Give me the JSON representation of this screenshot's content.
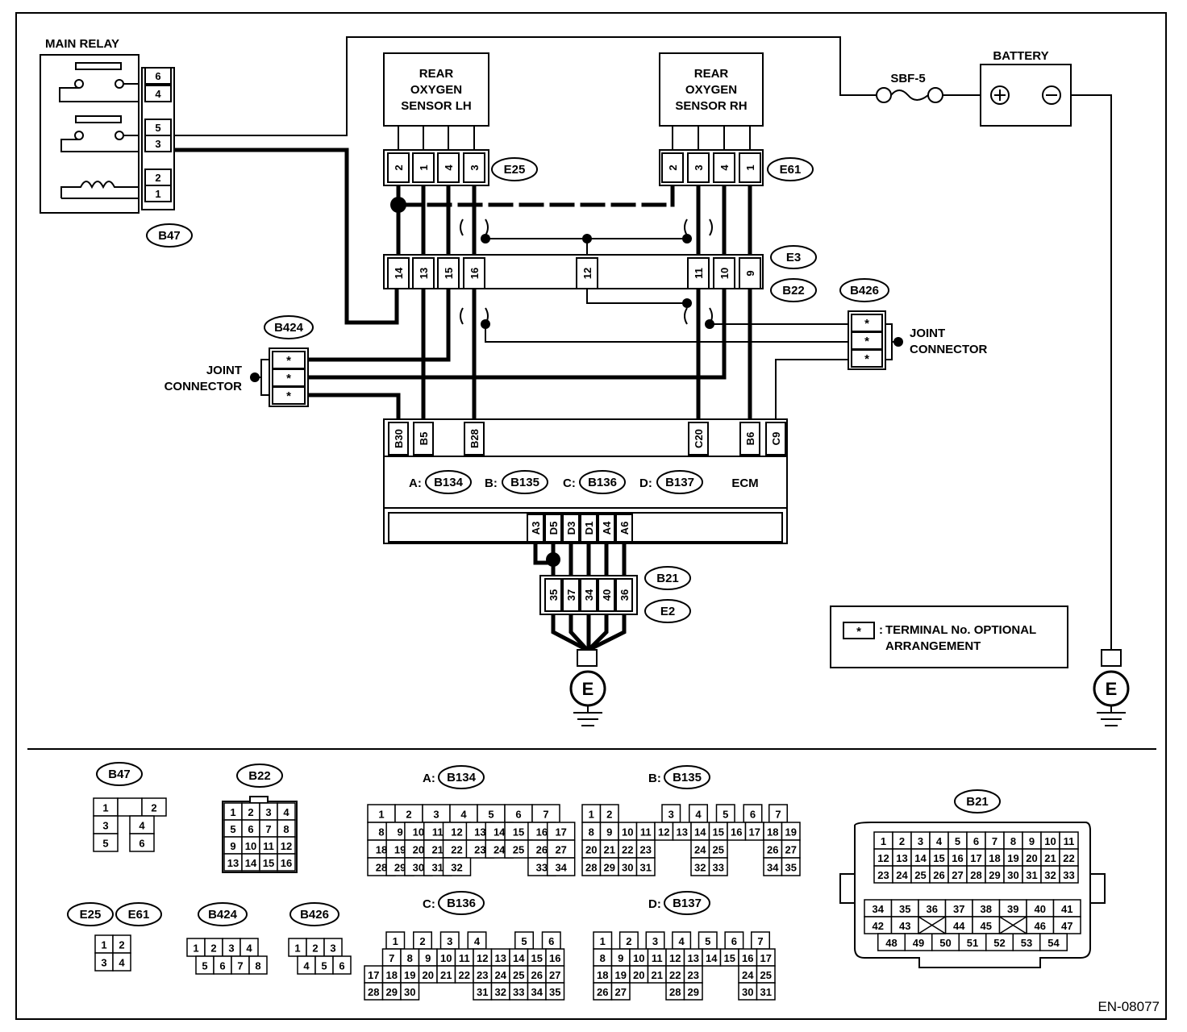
{
  "labels": {
    "main_relay": "MAIN RELAY",
    "battery": "BATTERY",
    "fuse": "SBF-5",
    "sensor_lh": [
      "REAR",
      "OXYGEN",
      "SENSOR LH"
    ],
    "sensor_rh": [
      "REAR",
      "OXYGEN",
      "SENSOR RH"
    ],
    "joint_connector": [
      "JOINT",
      "CONNECTOR"
    ],
    "ecm": "ECM",
    "ground": "E",
    "legend": [
      "TERMINAL No. OPTIONAL",
      "ARRANGEMENT"
    ],
    "legend_symbol": "*",
    "legend_colon": ":",
    "code": "EN-08077",
    "star": "*",
    "cross_star": "*"
  },
  "badges": {
    "b47": "B47",
    "e25": "E25",
    "e61": "E61",
    "e3": "E3",
    "b22": "B22",
    "b424": "B424",
    "b426": "B426",
    "b21": "B21",
    "e2": "E2",
    "b134": "B134",
    "b135": "B135",
    "b136": "B136",
    "b137": "B137"
  },
  "ecm_prefixes": {
    "a": "A:",
    "b": "B:",
    "c": "C:",
    "d": "D:"
  },
  "pins": {
    "relay": [
      "6",
      "4",
      "5",
      "3",
      "2",
      "1"
    ],
    "e25": [
      "2",
      "1",
      "4",
      "3"
    ],
    "e61": [
      "2",
      "3",
      "4",
      "1"
    ],
    "e3": [
      "14",
      "13",
      "15",
      "16",
      "12",
      "11",
      "10",
      "9"
    ],
    "ecm_top": [
      "B30",
      "B5",
      "B28",
      "C20",
      "B6",
      "C9"
    ],
    "ecm_bottom": [
      "A3",
      "D5",
      "D3",
      "D1",
      "A4",
      "A6"
    ],
    "b21": [
      "35",
      "37",
      "34",
      "40",
      "36"
    ]
  },
  "faces": {
    "b47": [
      [
        "1",
        "",
        "2"
      ],
      [
        "3",
        "4"
      ],
      [
        "5",
        "6"
      ]
    ],
    "b22": [
      [
        "1",
        "2",
        "3",
        "4"
      ],
      [
        "5",
        "6",
        "7",
        "8"
      ],
      [
        "9",
        "10",
        "11",
        "12"
      ],
      [
        "13",
        "14",
        "15",
        "16"
      ]
    ],
    "e25e61": [
      [
        "1",
        "2"
      ],
      [
        "3",
        "4"
      ]
    ],
    "b424": [
      [
        "1",
        "2",
        "3",
        "4"
      ],
      [
        "5",
        "6",
        "7",
        "8"
      ]
    ],
    "b426": [
      [
        "1",
        "2",
        "3"
      ],
      [
        "4",
        "5",
        "6"
      ]
    ],
    "b134": [
      [
        "1",
        "2",
        "3",
        "4",
        "5",
        "6",
        "7"
      ],
      [
        "8",
        "9",
        "10",
        "11",
        "12",
        "13",
        "14",
        "15",
        "16",
        "17"
      ],
      [
        "18",
        "19",
        "20",
        "21",
        "22",
        "23",
        "24",
        "25",
        "26",
        "27"
      ],
      [
        "28",
        "29",
        "30",
        "31",
        "32",
        "33",
        "34"
      ]
    ],
    "b135": [
      [
        "1",
        "2",
        "3",
        "4",
        "5",
        "6",
        "7"
      ],
      [
        "8",
        "9",
        "10",
        "11",
        "12",
        "13",
        "14",
        "15",
        "16",
        "17",
        "18",
        "19"
      ],
      [
        "20",
        "21",
        "22",
        "23",
        "24",
        "25",
        "26",
        "27"
      ],
      [
        "28",
        "29",
        "30",
        "31",
        "32",
        "33",
        "34",
        "35"
      ]
    ],
    "b136": [
      [
        "1",
        "2",
        "3",
        "4",
        "5",
        "6"
      ],
      [
        "7",
        "8",
        "9",
        "10",
        "11",
        "12",
        "13",
        "14",
        "15",
        "16"
      ],
      [
        "17",
        "18",
        "19",
        "20",
        "21",
        "22",
        "23",
        "24",
        "25",
        "26",
        "27"
      ],
      [
        "28",
        "29",
        "30",
        "31",
        "32",
        "33",
        "34",
        "35"
      ]
    ],
    "b137": [
      [
        "1",
        "2",
        "3",
        "4",
        "5",
        "6",
        "7"
      ],
      [
        "8",
        "9",
        "10",
        "11",
        "12",
        "13",
        "14",
        "15",
        "16",
        "17"
      ],
      [
        "18",
        "19",
        "20",
        "21",
        "22",
        "23",
        "24",
        "25"
      ],
      [
        "26",
        "27",
        "28",
        "29",
        "30",
        "31"
      ]
    ],
    "b21": [
      [
        "1",
        "2",
        "3",
        "4",
        "5",
        "6",
        "7",
        "8",
        "9",
        "10",
        "11"
      ],
      [
        "12",
        "13",
        "14",
        "15",
        "16",
        "17",
        "18",
        "19",
        "20",
        "21",
        "22"
      ],
      [
        "23",
        "24",
        "25",
        "26",
        "27",
        "28",
        "29",
        "30",
        "31",
        "32",
        "33"
      ],
      [
        "34",
        "35",
        "36",
        "37",
        "38",
        "39",
        "40",
        "41"
      ],
      [
        "42",
        "43",
        "44",
        "45",
        "46",
        "47"
      ],
      [
        "48",
        "49",
        "50",
        "51",
        "52",
        "53",
        "54"
      ]
    ]
  }
}
